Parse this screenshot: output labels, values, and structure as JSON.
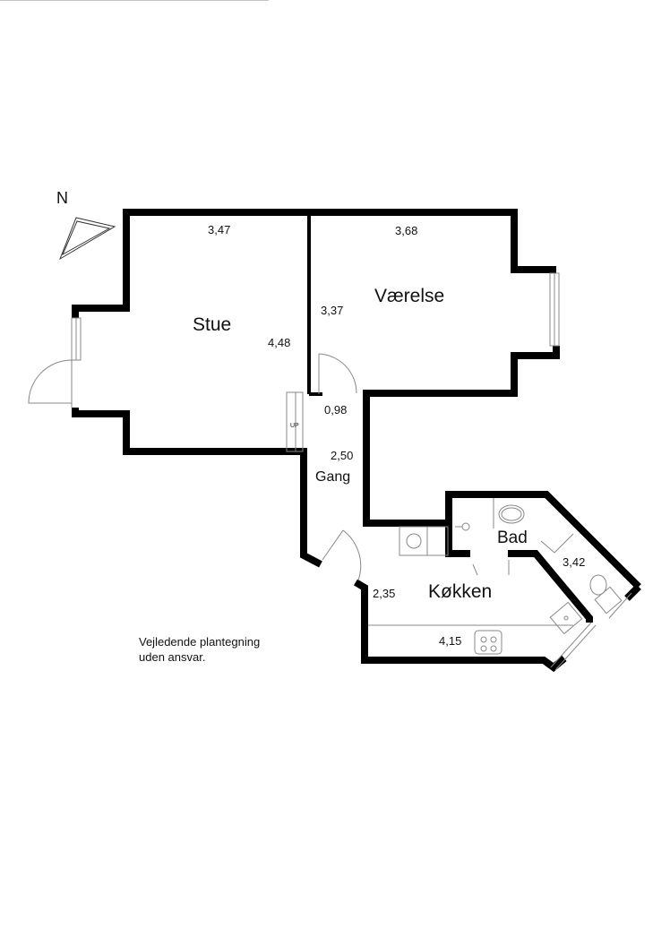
{
  "compass": {
    "label": "N"
  },
  "rooms": {
    "stue": {
      "name": "Stue",
      "width": "3,47",
      "depth": "4,48"
    },
    "vaerelse": {
      "name": "Værelse",
      "width": "3,68",
      "depth": "3,37"
    },
    "gang": {
      "name": "Gang",
      "width": "0,98",
      "depth": "2,50"
    },
    "bad": {
      "name": "Bad",
      "dim": "3,42"
    },
    "kokken": {
      "name": "Køkken",
      "width": "2,35",
      "depth": "4,15"
    }
  },
  "stairs": {
    "label": "UP"
  },
  "note": {
    "line1": "Vejledende plantegning",
    "line2": "uden ansvar."
  },
  "colors": {
    "wall": "#000000",
    "fixture": "#888888"
  }
}
